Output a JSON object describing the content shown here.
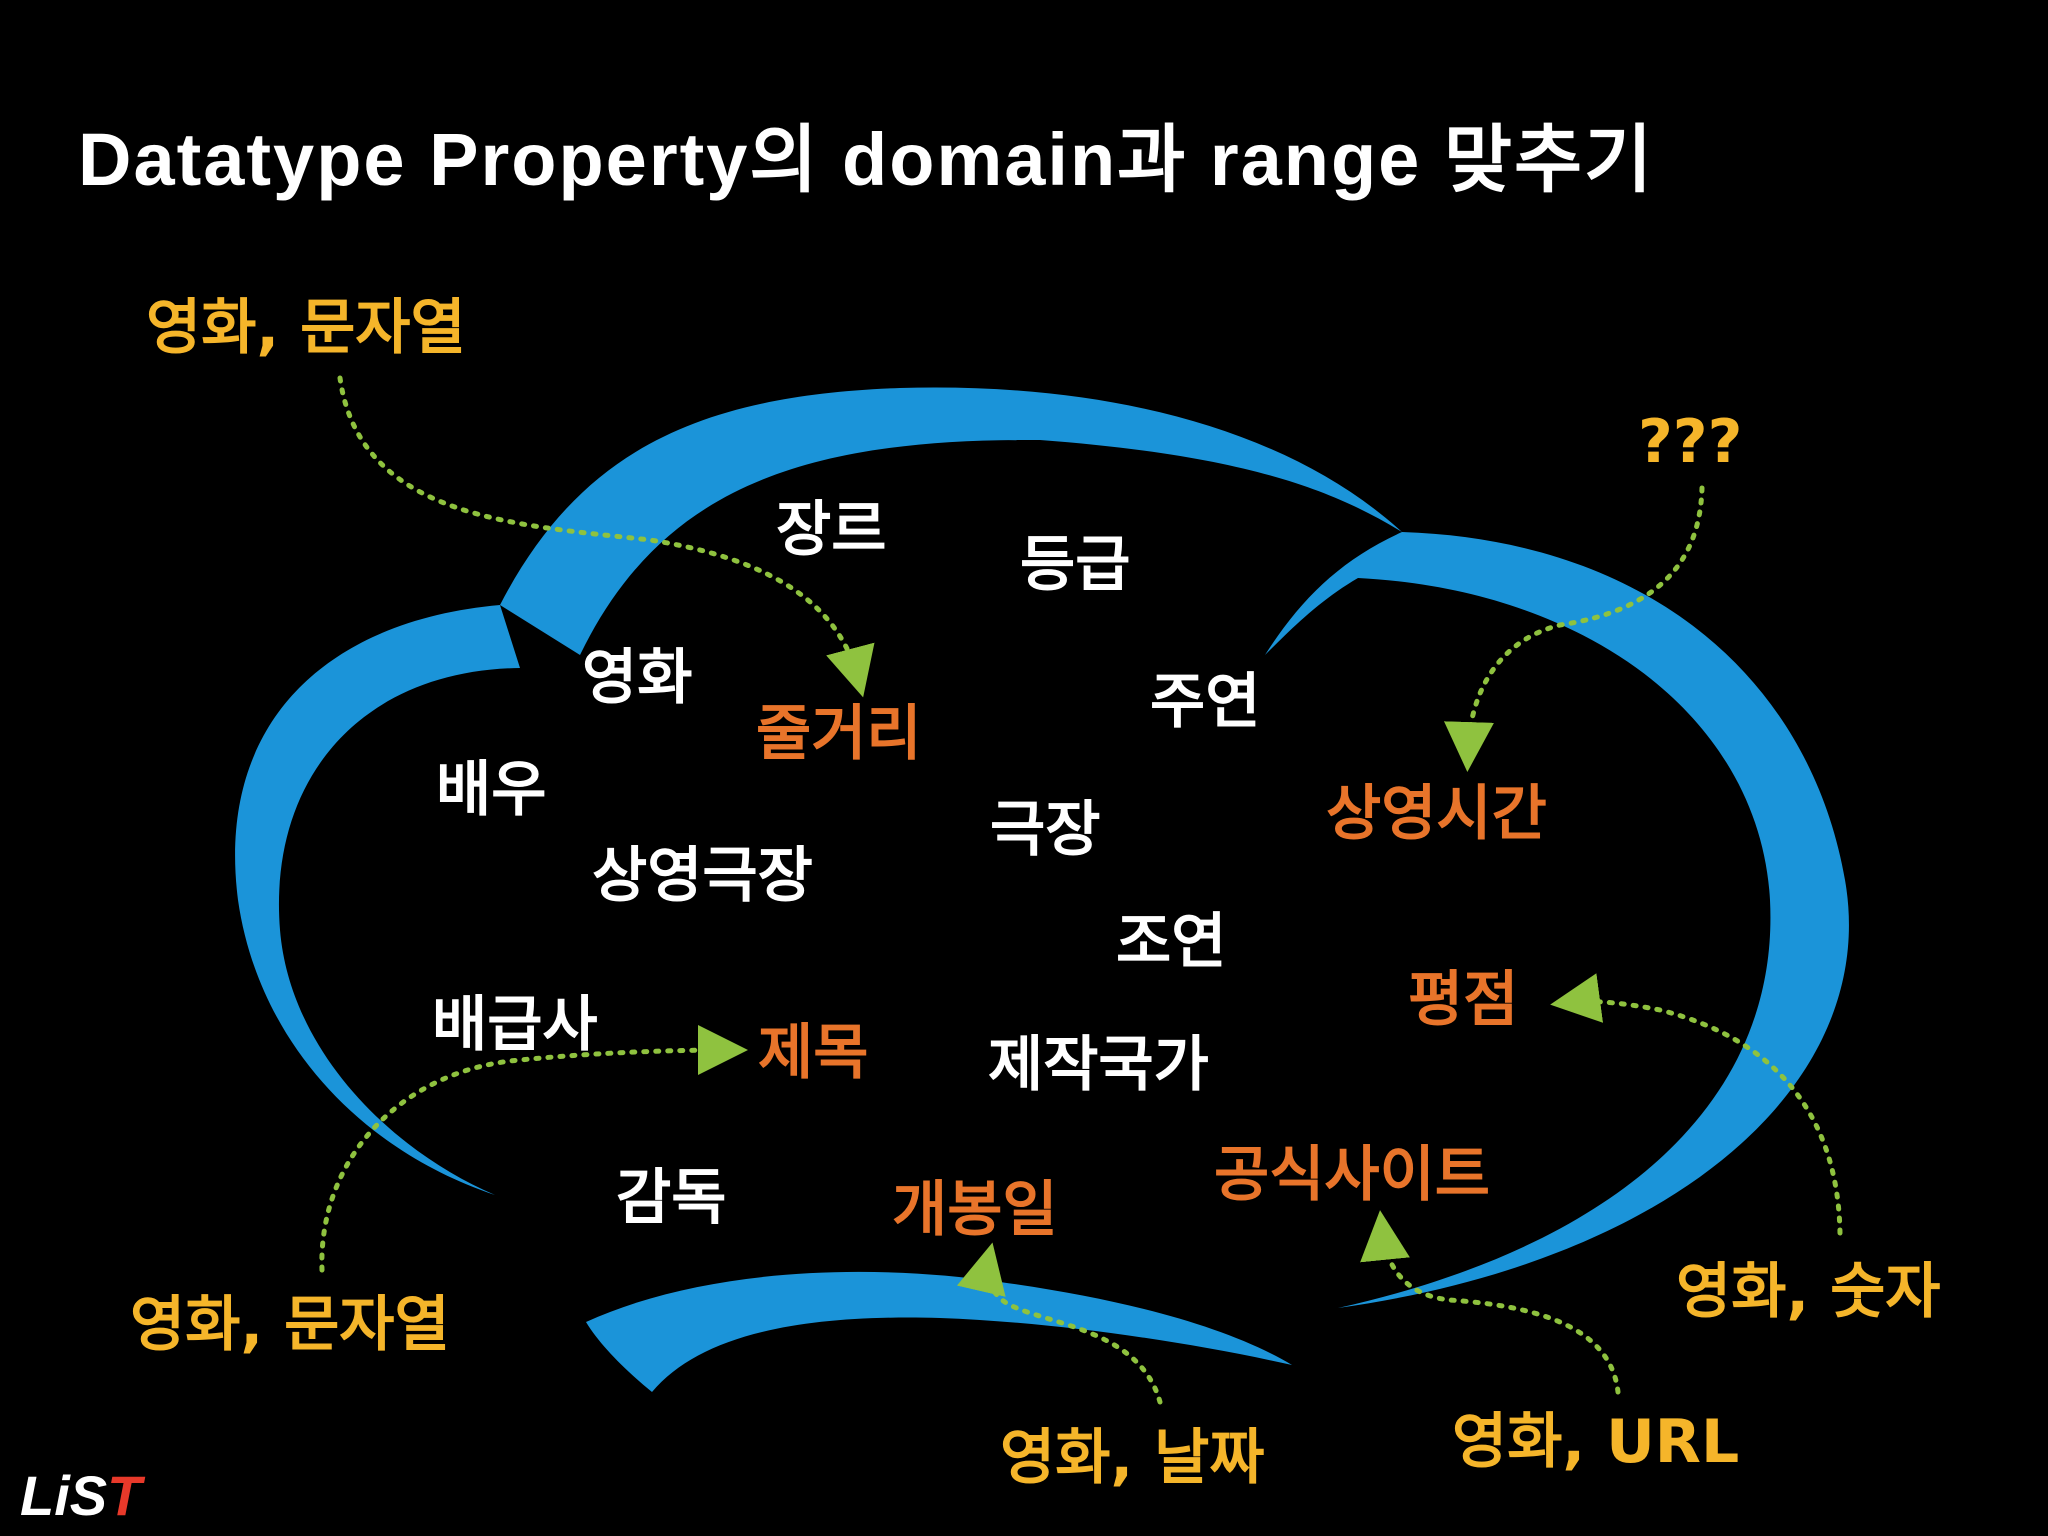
{
  "title": "Datatype Property의 domain과 range 맞추기",
  "terms": {
    "genre": "장르",
    "rating": "등급",
    "movie": "영화",
    "plot": "줄거리",
    "lead_actor": "주연",
    "actor": "배우",
    "theater": "극장",
    "running_time": "상영시간",
    "screening_theater": "상영극장",
    "supporting_actor": "조연",
    "distributor": "배급사",
    "title_prop": "제목",
    "production_country": "제작국가",
    "score": "평점",
    "director": "감독",
    "release_date": "개봉일",
    "official_site": "공식사이트"
  },
  "annotations": {
    "top_left": "영화, 문자열",
    "top_right": "???",
    "bottom_left": "영화, 문자열",
    "bottom_right": "영화, 숫자",
    "bottom_center": "영화, 날짜",
    "bottom_url": "영화, URL"
  },
  "logo": {
    "main": "LiS",
    "accent": "T"
  },
  "colors": {
    "cloud": "#1b94d9",
    "property_highlight": "#e8742a",
    "annotation": "#f5b52a",
    "arrow": "#8fc23f",
    "background": "#000000"
  }
}
